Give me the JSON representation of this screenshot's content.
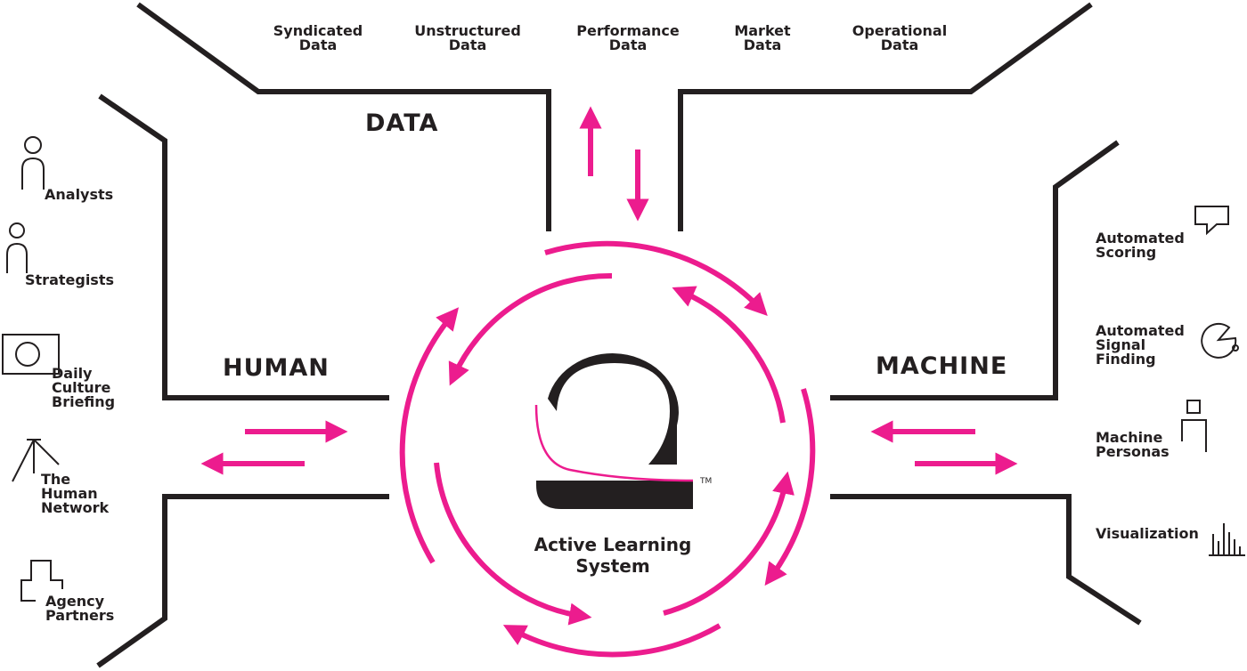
{
  "sections": {
    "data": "DATA",
    "human": "HUMAN",
    "machine": "MACHINE"
  },
  "data_sources": [
    {
      "line1": "Syndicated",
      "line2": "Data"
    },
    {
      "line1": "Unstructured",
      "line2": "Data"
    },
    {
      "line1": "Performance",
      "line2": "Data"
    },
    {
      "line1": "Market",
      "line2": "Data"
    },
    {
      "line1": "Operational",
      "line2": "Data"
    }
  ],
  "human_items": {
    "analysts": "Analysts",
    "strategists": "Strategists",
    "briefing": [
      "Daily",
      "Culture",
      "Briefing"
    ],
    "network": [
      "The",
      "Human",
      "Network"
    ],
    "agency": [
      "Agency",
      "Partners"
    ]
  },
  "machine_items": {
    "scoring": [
      "Automated",
      "Scoring"
    ],
    "signal": [
      "Automated",
      "Signal",
      "Finding"
    ],
    "personas": [
      "Machine",
      "Personas"
    ],
    "visualization": "Visualization"
  },
  "center": {
    "line1": "Active Learning",
    "line2": "System",
    "trademark": "TM"
  },
  "colors": {
    "accent": "#ec1c8e",
    "ink": "#231f20"
  },
  "icons": {
    "analysts": "person-icon",
    "strategists": "person-icon",
    "briefing": "screen-icon",
    "network": "network-icon",
    "agency": "building-icon",
    "scoring": "speech-bubble-icon",
    "signal": "pie-chart-icon",
    "personas": "robot-person-icon",
    "visualization": "bar-chart-icon",
    "logo": "logo-icon"
  }
}
